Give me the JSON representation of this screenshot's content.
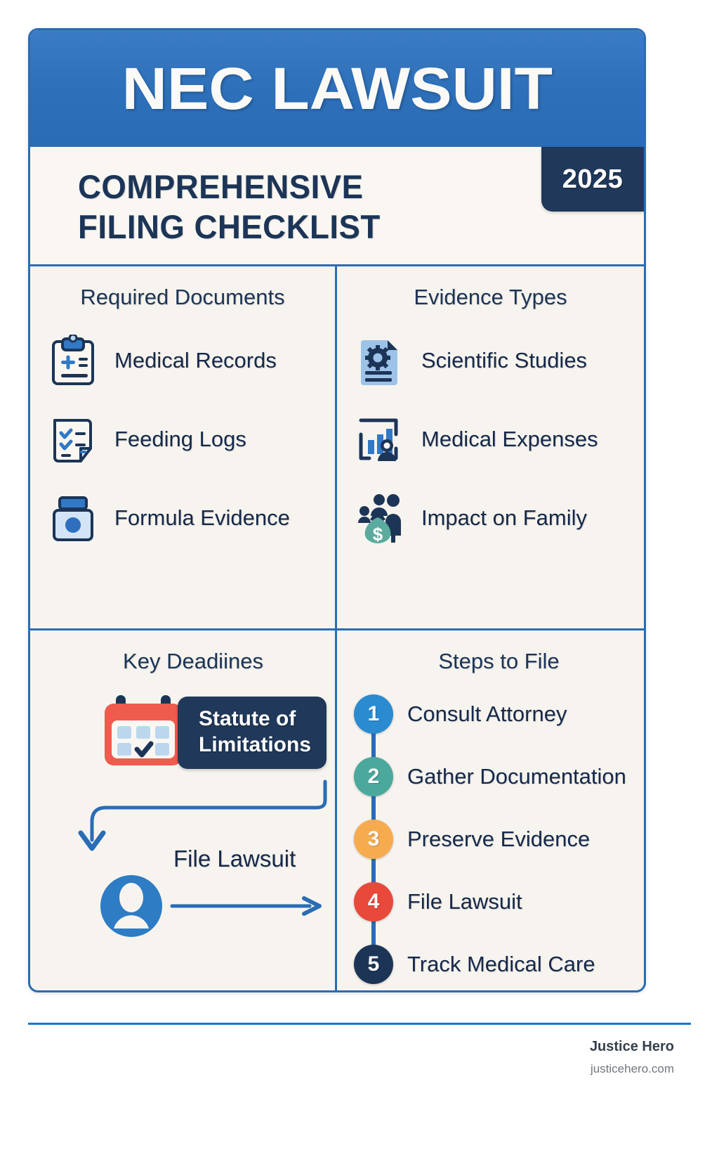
{
  "header": {
    "title": "NEC LAWSUIT",
    "subtitle_line1": "COMPREHENSIVE",
    "subtitle_line2": "FILING CHECKLIST",
    "year_badge": "2025"
  },
  "quadrants": {
    "required_documents": {
      "title": "Required Documents",
      "items": [
        {
          "label": "Medical Records",
          "icon": "clipboard-medical-icon"
        },
        {
          "label": "Feeding Logs",
          "icon": "checklist-document-icon"
        },
        {
          "label": "Formula Evidence",
          "icon": "formula-bottle-icon"
        }
      ]
    },
    "evidence_types": {
      "title": "Evidence Types",
      "items": [
        {
          "label": "Scientific Studies",
          "icon": "document-gear-icon"
        },
        {
          "label": "Medical Expenses",
          "icon": "bar-chart-person-icon"
        },
        {
          "label": "Impact on Family",
          "icon": "family-money-bag-icon"
        }
      ]
    },
    "key_deadlines": {
      "title": "Key Deadiines",
      "calendar_icon": "calendar-check-icon",
      "statute_line1": "Statute of",
      "statute_line2": "Limitations",
      "flow_label": "File Lawsuit",
      "person_icon": "person-circle-icon",
      "arrow_icon": "arrow-right-icon",
      "curved_arrow_icon": "curved-arrow-down-icon"
    },
    "steps_to_file": {
      "title": "Steps to File",
      "steps": [
        {
          "number": "1",
          "label": "Consult Attorney",
          "color": "#2b8bd0"
        },
        {
          "number": "2",
          "label": "Gather Documentation",
          "color": "#4aa89c"
        },
        {
          "number": "3",
          "label": "Preserve Evidence",
          "color": "#f7ab4f"
        },
        {
          "number": "4",
          "label": "File Lawsuit",
          "color": "#e8493a"
        },
        {
          "number": "5",
          "label": "Track Medical Care",
          "color": "#1c3557"
        }
      ]
    }
  },
  "footer": {
    "brand": "Justice Hero",
    "url": "justicehero.com"
  },
  "colors": {
    "brand_blue": "#2a6cb5",
    "navy": "#1c3557",
    "paper": "#f7f4ef",
    "coral": "#ef5b4c",
    "teal": "#4aa89c"
  }
}
